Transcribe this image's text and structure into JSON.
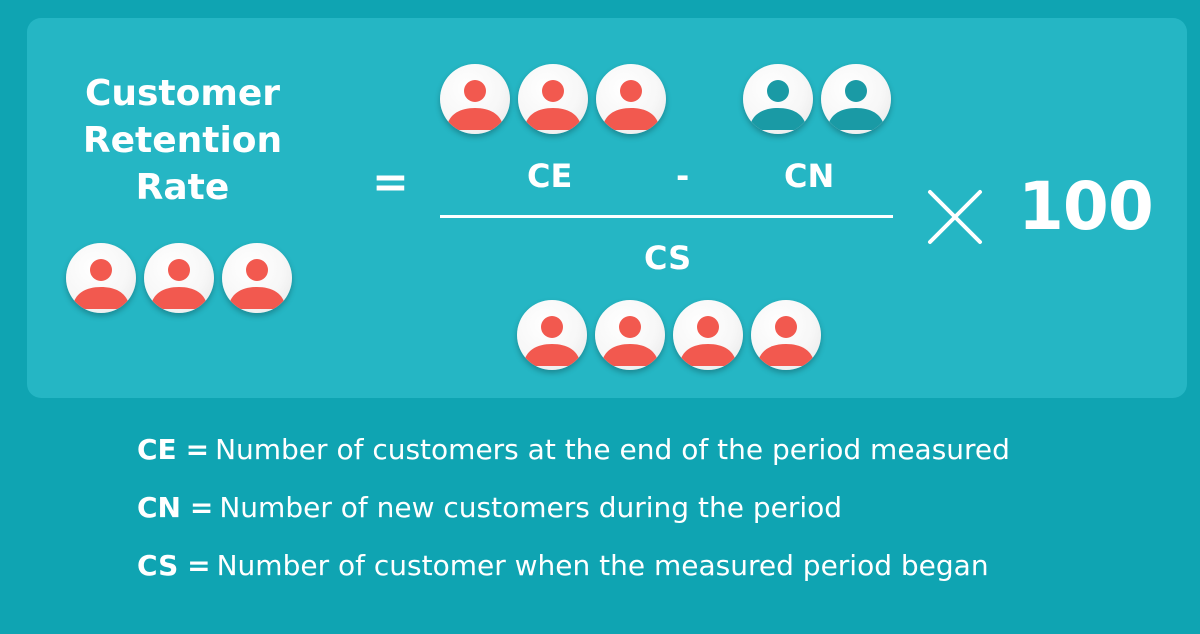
{
  "formula": {
    "title_lines": [
      "Customer",
      "Retention",
      "Rate"
    ],
    "equals": "=",
    "ce_label": "CE",
    "minus": "-",
    "cn_label": "CN",
    "cs_label": "CS",
    "multiplier": "100"
  },
  "icon_groups": {
    "retention_icons": 3,
    "ce_icons": 3,
    "cn_icons": 2,
    "cs_icons": 4
  },
  "colors": {
    "background": "#0fa4b2",
    "panel": "#25b6c4",
    "coral_person": "#f2594f",
    "teal_person": "#1a9aa5",
    "text": "#ffffff"
  },
  "definitions": [
    {
      "term": "CE",
      "eq": "=",
      "text": "Number of customers at the end of the period measured"
    },
    {
      "term": "CN",
      "eq": "=",
      "text": "Number of new customers during the period"
    },
    {
      "term": "CS",
      "eq": "=",
      "text": "Number of customer when the measured period began"
    }
  ]
}
